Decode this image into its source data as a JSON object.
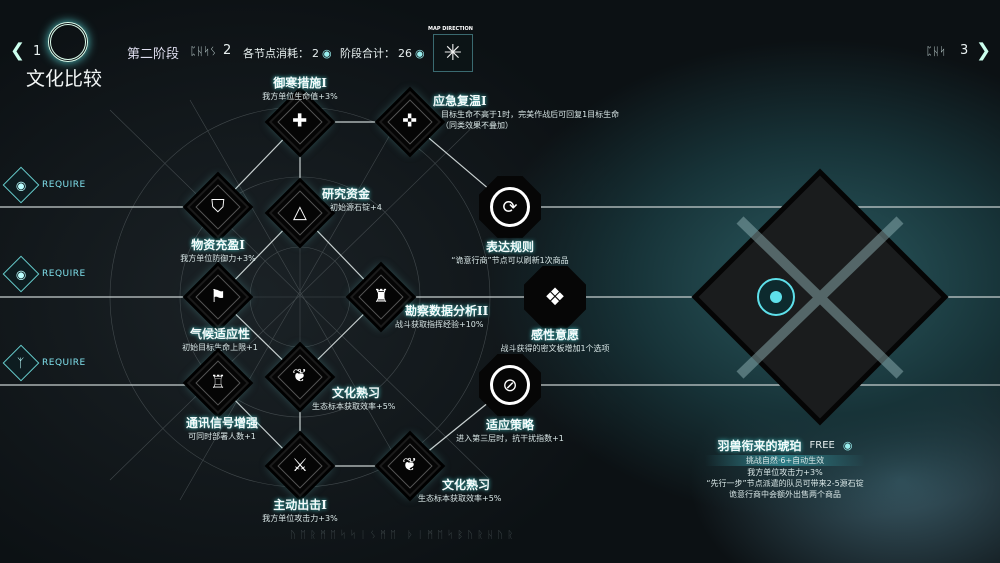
{
  "header": {
    "prev_page": "1",
    "stage_title": "文化比较",
    "stage_name": "第二阶段",
    "stage_rune": "ᛈᚺᛋᛊ",
    "stage_number": "2",
    "cost_label": "各节点消耗：",
    "cost_value": "2",
    "total_label": "阶段合计：",
    "total_value": "26",
    "map_direction_label": "MAP DIRECTION",
    "next_rune": "ᛈᚺᛋ",
    "next_page": "3",
    "bottom_runes": "ᚢᛖᚱᛗᛖᛋᛋᛁᛊᛗᛖ ᚦᛁᛗᛖᛋᛒᚢᚱᚺᚢᚱ"
  },
  "require": [
    {
      "label": "REQUIRE",
      "icon": "eye-icon"
    },
    {
      "label": "REQUIRE",
      "icon": "eye-icon"
    },
    {
      "label": "REQUIRE",
      "icon": "rune-icon"
    }
  ],
  "nodes": [
    {
      "title": "御寒措施I",
      "desc": "我方单位生命值+3%",
      "icon": "medical-cross-icon"
    },
    {
      "title": "应急复温I",
      "desc": "目标生命不高于1时，完美作战后可回复1目标生命",
      "desc2": "（同类效果不叠加）",
      "icon": "medical-emblem-icon"
    },
    {
      "title": "研究资金",
      "desc": "初始源石锭+4",
      "icon": "triangle-eye-icon"
    },
    {
      "title": "物资充盈I",
      "desc": "我方单位防御力+3%",
      "icon": "shield-icon"
    },
    {
      "title": "气候适应性",
      "desc": "初始目标生命上限+1",
      "icon": "banner-icon"
    },
    {
      "title": "勘察数据分析II",
      "desc": "战斗获取指挥经验+10%",
      "icon": "tower-icon"
    },
    {
      "title": "文化熟习",
      "desc": "生态标本获取效率+5%",
      "icon": "specimen-icon"
    },
    {
      "title": "通讯信号增强",
      "desc": "可同时部署人数+1",
      "icon": "castle-icon"
    },
    {
      "title": "主动出击I",
      "desc": "我方单位攻击力+3%",
      "icon": "crossed-swords-icon"
    },
    {
      "title": "文化熟习",
      "desc": "生态标本获取效率+5%",
      "icon": "specimen-icon"
    }
  ],
  "special_nodes": [
    {
      "title": "表达规则",
      "desc": "“诡意行商”节点可以刷新1次商品",
      "icon": "box-refresh-icon"
    },
    {
      "title": "感性意愿",
      "desc": "战斗获得的密文板增加1个选项",
      "icon": "rune-glyph-icon"
    },
    {
      "title": "适应策略",
      "desc": "进入第三层时，抗干扰指数+1",
      "icon": "compass-icon"
    }
  ],
  "reward": {
    "title": "羽兽衔来的琥珀",
    "cost": "FREE",
    "condition": "挑战自然·6+自动生效",
    "effects": [
      "我方单位攻击力+3%",
      "“先行一步”节点派遣的队员可带来2-5源石锭",
      "诡意行商中会额外出售两个商品"
    ]
  },
  "colors": {
    "accent": "#6fe0ea",
    "text": "#e8f0f0"
  }
}
